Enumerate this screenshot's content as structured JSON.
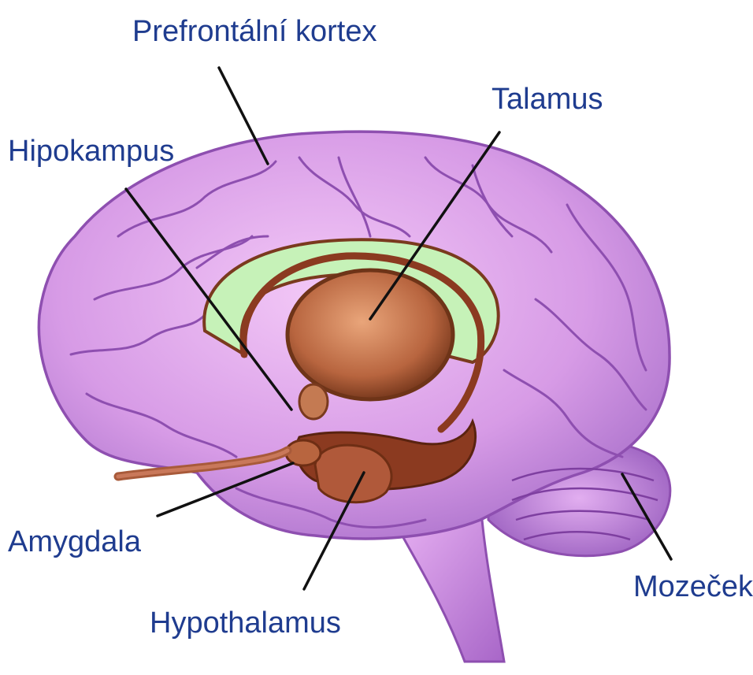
{
  "labels": {
    "prefrontal": "Prefrontální kortex",
    "talamus": "Talamus",
    "hipokampus": "Hipokampus",
    "amygdala": "Amygdala",
    "hypothalamus": "Hypothalamus",
    "mozecek": "Mozeček"
  },
  "colors": {
    "label_text": "#1f3c8f",
    "leader_line": "#111111",
    "cortex": "#d79be6",
    "cortex_dark": "#8e4fb0",
    "limbic_ring": "#c6f2b8",
    "thalamus": "#b8653f",
    "deep_structures": "#8b3a20"
  }
}
